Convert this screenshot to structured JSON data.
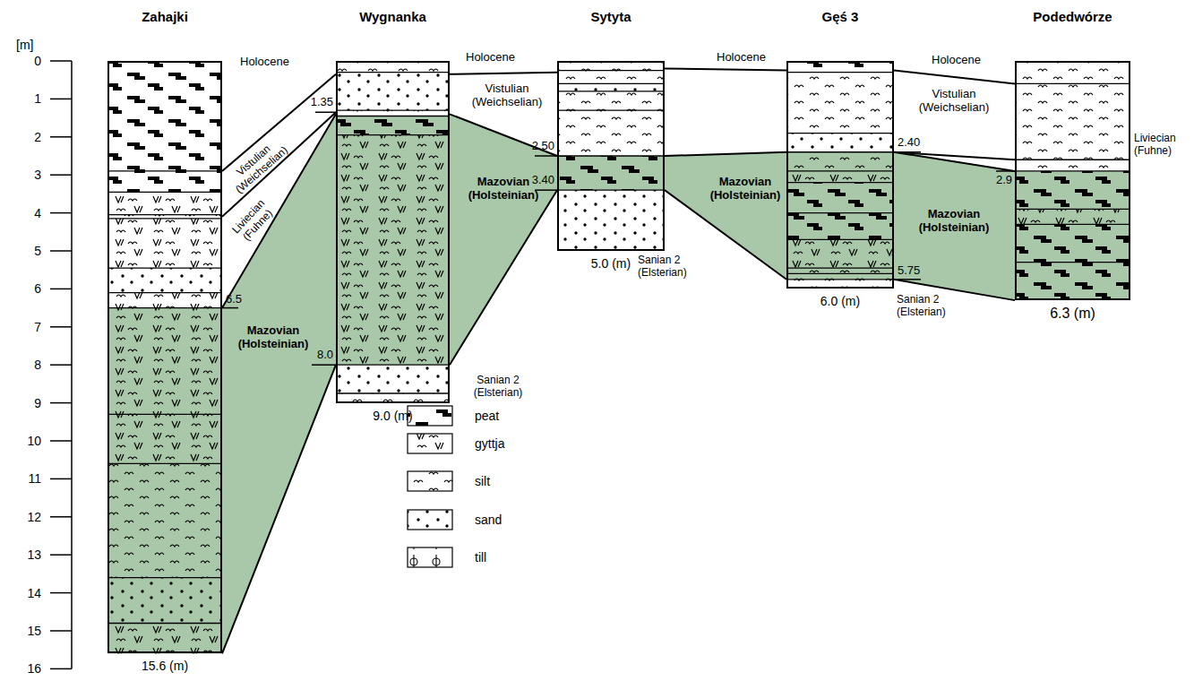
{
  "diagram": {
    "nodes": [
      {
        "text": [
          "Zahajki",
          "15.6 (m)"
        ]
      },
      {
        "text": [
          "Wygnanka",
          "9.0 (m)"
        ]
      },
      {
        "text": [
          "Sytyta",
          "5.0 (m)"
        ]
      },
      {
        "text": [
          "Gęś 3",
          "6.0 (m)"
        ]
      },
      {
        "text": [
          "Podedwórze",
          "6.3 (m)"
        ]
      }
    ],
    "labels": [
      "[m]",
      "0",
      "1",
      "2",
      "3",
      "4",
      "5",
      "6",
      "7",
      "8",
      "9",
      "10",
      "11",
      "12",
      "13",
      "14",
      "15",
      "16",
      "Holocene",
      "Vistulian (Weichselian)",
      "Liviecian (Fuhne)",
      "6.5",
      "Mazovian (Holsteinian)",
      "1.35",
      "8.0",
      "Holocene",
      "Vistulian (Weichselian)",
      "Mazovian (Holsteinian)",
      "Sanian 2 (Elsterian)",
      "2.50",
      "3.40",
      "Holocene",
      "Mazovian (Holsteinian)",
      "Sanian 2 (Elsterian)",
      "2.40",
      "5.75",
      "Sanian 2 (Elsterian)",
      "Holocene",
      "Vistulian (Weichselian)",
      "Mazovian (Holsteinian)",
      "Liviecian (Fuhne)",
      "2.9"
    ],
    "legend": [
      {
        "text": "peat"
      },
      {
        "text": "gyttja"
      },
      {
        "text": "silt"
      },
      {
        "text": "sand"
      },
      {
        "text": "till"
      }
    ]
  }
}
